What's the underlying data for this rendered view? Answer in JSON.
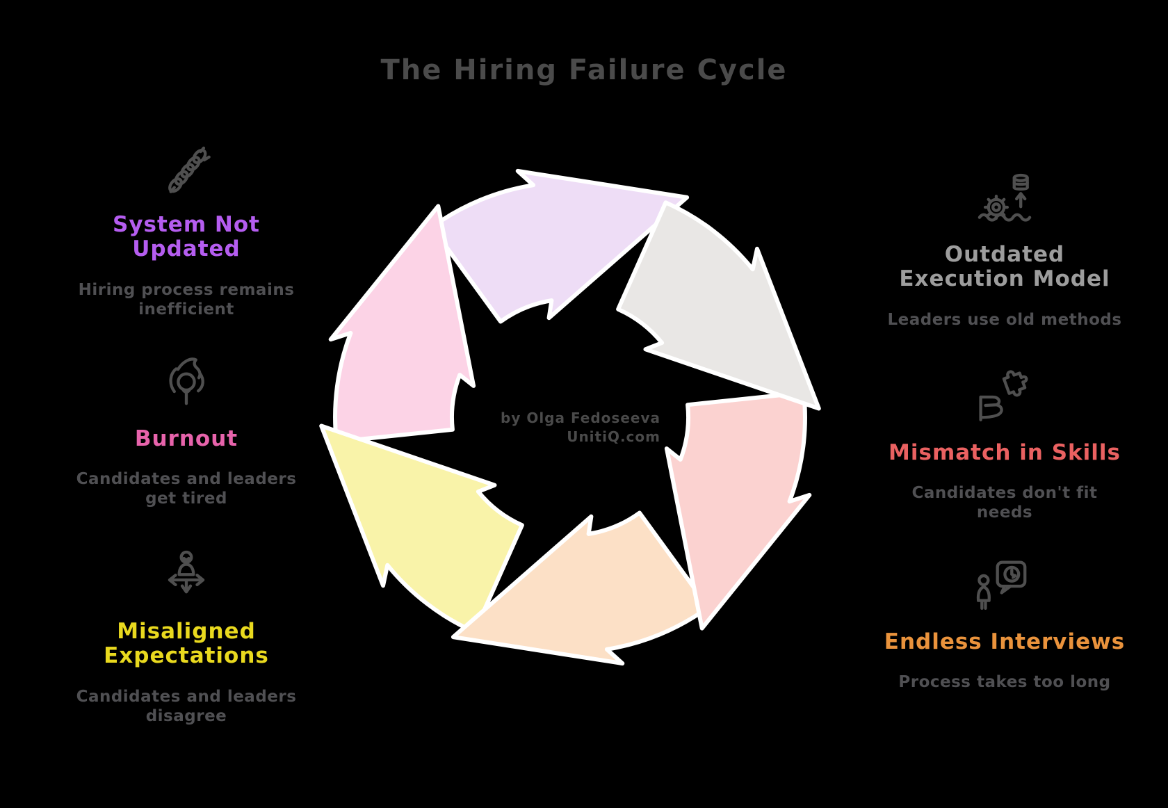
{
  "title": "The Hiring Failure Cycle",
  "center_credit": "by Olga Fedoseeva\nUnitiQ.com",
  "background": "#000000",
  "icon_color": "#4f4f4f",
  "text_colors": {
    "title": "#4b4b4b",
    "subtitle": "#505053",
    "credit": "#4a4a4a"
  },
  "cycle": {
    "direction": "clockwise",
    "outline_color": "#ffffff",
    "segments": [
      {
        "name": "system-not-updated",
        "color": "#eeddf6"
      },
      {
        "name": "outdated-execution-model",
        "color": "#e9e7e5"
      },
      {
        "name": "mismatch-in-skills",
        "color": "#fbd2d0"
      },
      {
        "name": "endless-interviews",
        "color": "#fce0c6"
      },
      {
        "name": "misaligned-expectations",
        "color": "#f9f3a9"
      },
      {
        "name": "burnout",
        "color": "#fcd3e6"
      }
    ]
  },
  "items": [
    {
      "side": "left",
      "icon": "chain-icon",
      "title": "System Not\nUpdated",
      "title_color": "#b55df0",
      "subtitle": "Hiring process remains\ninefficient"
    },
    {
      "side": "left",
      "icon": "flame-icon",
      "title": "Burnout",
      "title_color": "#e763ab",
      "subtitle": "Candidates and leaders\nget tired"
    },
    {
      "side": "left",
      "icon": "person-arrows-icon",
      "title": "Misaligned\nExpectations",
      "title_color": "#e9d91e",
      "subtitle": "Candidates and leaders\ndisagree"
    },
    {
      "side": "right",
      "icon": "gear-water-database-icon",
      "title": "Outdated\nExecution Model",
      "title_color": "#9d9d9d",
      "subtitle": "Leaders use old methods"
    },
    {
      "side": "right",
      "icon": "puzzle-hand-icon",
      "title": "Mismatch in Skills",
      "title_color": "#ea6161",
      "subtitle": "Candidates don't fit\nneeds"
    },
    {
      "side": "right",
      "icon": "person-speech-clock-icon",
      "title": "Endless Interviews",
      "title_color": "#ea933c",
      "subtitle": "Process takes too long"
    }
  ]
}
